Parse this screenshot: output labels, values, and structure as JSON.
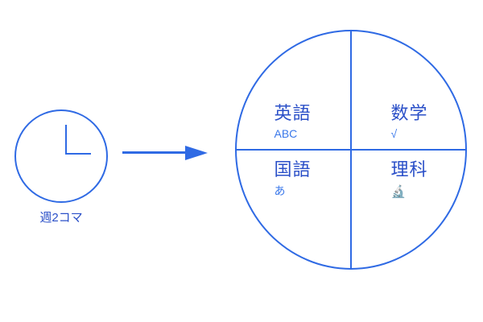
{
  "theme": {
    "stroke_color": "#2f6ae4",
    "title_color": "#2b50c8",
    "sub_color": "#3a78ea",
    "background": "#ffffff"
  },
  "clock": {
    "icon_name": "clock-icon",
    "caption": "週2コマ"
  },
  "arrow": {
    "icon_name": "arrow-right-icon",
    "direction": "right"
  },
  "wheel": {
    "quadrants": [
      {
        "position": "top-left",
        "title": "英語",
        "sub": "ABC",
        "sub_kind": "text"
      },
      {
        "position": "top-right",
        "title": "数学",
        "sub": "√",
        "sub_kind": "symbol"
      },
      {
        "position": "bottom-left",
        "title": "国語",
        "sub": "あ",
        "sub_kind": "text"
      },
      {
        "position": "bottom-right",
        "title": "理科",
        "sub": "🔬",
        "sub_kind": "icon"
      }
    ]
  }
}
